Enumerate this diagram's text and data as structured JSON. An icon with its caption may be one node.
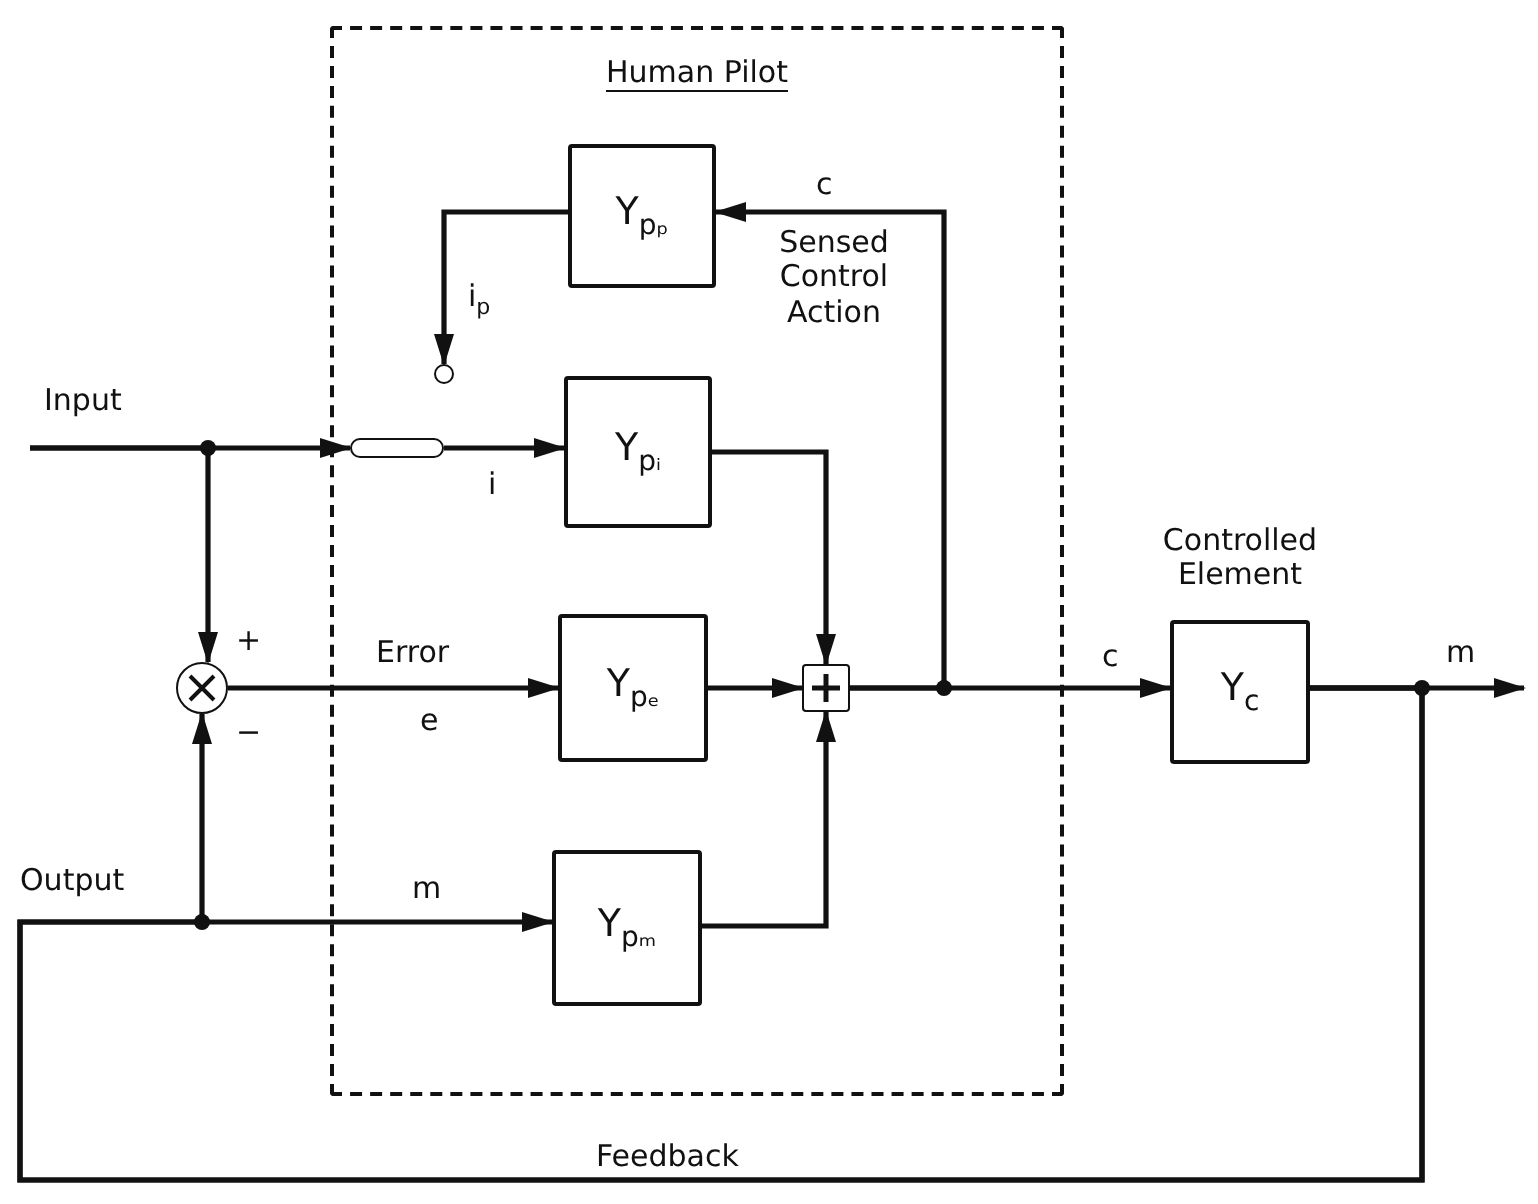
{
  "diagram": {
    "nodes": [
      {
        "text": [
          "Human Pilot"
        ]
      },
      {
        "text": [
          "Y$_{pₚ}$"
        ],
        "in": 0
      },
      {
        "text": [
          "Y$_{pᵢ}$"
        ],
        "in": 0
      },
      {
        "text": [
          "Y$_{pₑ}$"
        ],
        "in": 0
      },
      {
        "text": [
          "Y$_{pₘ}$"
        ],
        "in": 0
      },
      {
        "text": [],
        "shape": "box",
        "in": 0
      },
      {
        "text": [],
        "shape": "circle"
      },
      {
        "text": [
          "Y$_{c}$"
        ],
        "beside": [
          "Controlled Element"
        ]
      },
      {
        "text": [],
        "shape": "bar",
        "in": 0
      },
      {
        "text": [],
        "shape": "circle",
        "in": 0
      }
    ],
    "edges": [
      {
        "from": null,
        "to": 8,
        "arrow": "to",
        "label": "Input"
      },
      {
        "from": null,
        "to": 6,
        "arrow": "to"
      },
      {
        "from": 8,
        "to": 2,
        "arrow": "to",
        "label": "i"
      },
      {
        "from": 2,
        "to": 5,
        "arrow": "to"
      },
      {
        "from": 6,
        "to": 3,
        "arrow": "to",
        "label": "Error"
      },
      {
        "from": 3,
        "to": 5,
        "arrow": "to"
      },
      {
        "from": 4,
        "to": 5,
        "arrow": "to"
      },
      {
        "from": 5,
        "to": 7,
        "arrow": "to",
        "label": "c"
      },
      {
        "from": 5,
        "to": 1,
        "arrow": "to",
        "label": "c"
      },
      {
        "from": 1,
        "to": 9,
        "arrow": "to",
        "label": "i$_{p}$"
      },
      {
        "from": 7,
        "to": null,
        "arrow": "to",
        "label": "m"
      },
      {
        "from": 7,
        "to": 4,
        "arrow": "to",
        "label": "m"
      },
      {
        "from": 7,
        "to": 6,
        "arrow": "to",
        "label": "Feedback"
      }
    ],
    "labels": [
      "e",
      "Sensed Control Action",
      "Output",
      "+",
      "−"
    ]
  }
}
